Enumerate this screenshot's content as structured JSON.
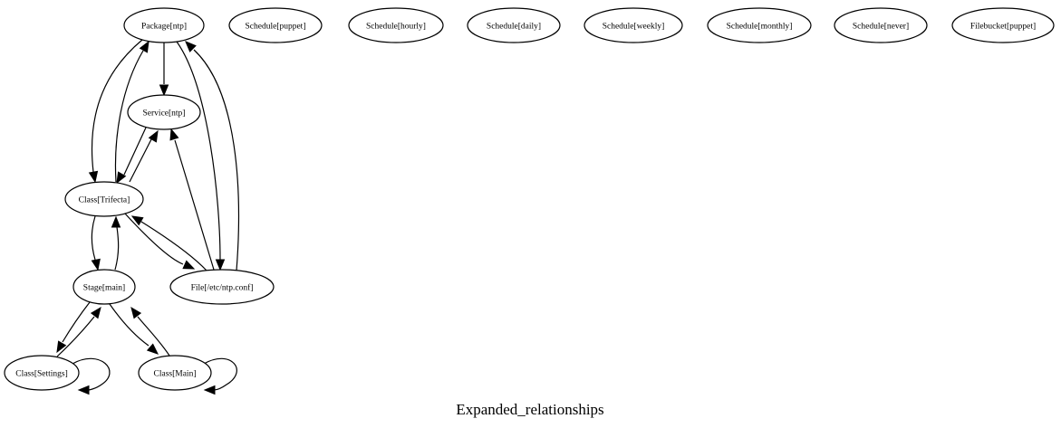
{
  "diagram": {
    "caption": "Expanded_relationships",
    "nodes": {
      "package_ntp": "Package[ntp]",
      "service_ntp": "Service[ntp]",
      "class_trifecta": "Class[Trifecta]",
      "stage_main": "Stage[main]",
      "file_ntp_conf": "File[/etc/ntp.conf]",
      "class_settings": "Class[Settings]",
      "class_main": "Class[Main]",
      "schedule_puppet": "Schedule[puppet]",
      "schedule_hourly": "Schedule[hourly]",
      "schedule_daily": "Schedule[daily]",
      "schedule_weekly": "Schedule[weekly]",
      "schedule_monthly": "Schedule[monthly]",
      "schedule_never": "Schedule[never]",
      "filebucket_puppet": "Filebucket[puppet]"
    },
    "edges": [
      {
        "from": "package_ntp",
        "to": "service_ntp"
      },
      {
        "from": "package_ntp",
        "to": "class_trifecta"
      },
      {
        "from": "class_trifecta",
        "to": "package_ntp"
      },
      {
        "from": "package_ntp",
        "to": "file_ntp_conf"
      },
      {
        "from": "file_ntp_conf",
        "to": "package_ntp"
      },
      {
        "from": "service_ntp",
        "to": "class_trifecta"
      },
      {
        "from": "class_trifecta",
        "to": "service_ntp"
      },
      {
        "from": "file_ntp_conf",
        "to": "service_ntp"
      },
      {
        "from": "class_trifecta",
        "to": "file_ntp_conf"
      },
      {
        "from": "file_ntp_conf",
        "to": "class_trifecta"
      },
      {
        "from": "class_trifecta",
        "to": "stage_main"
      },
      {
        "from": "stage_main",
        "to": "class_trifecta"
      },
      {
        "from": "stage_main",
        "to": "class_settings"
      },
      {
        "from": "class_settings",
        "to": "stage_main"
      },
      {
        "from": "stage_main",
        "to": "class_main"
      },
      {
        "from": "class_main",
        "to": "stage_main"
      },
      {
        "from": "class_settings",
        "to": "class_settings"
      },
      {
        "from": "class_main",
        "to": "class_main"
      }
    ]
  }
}
